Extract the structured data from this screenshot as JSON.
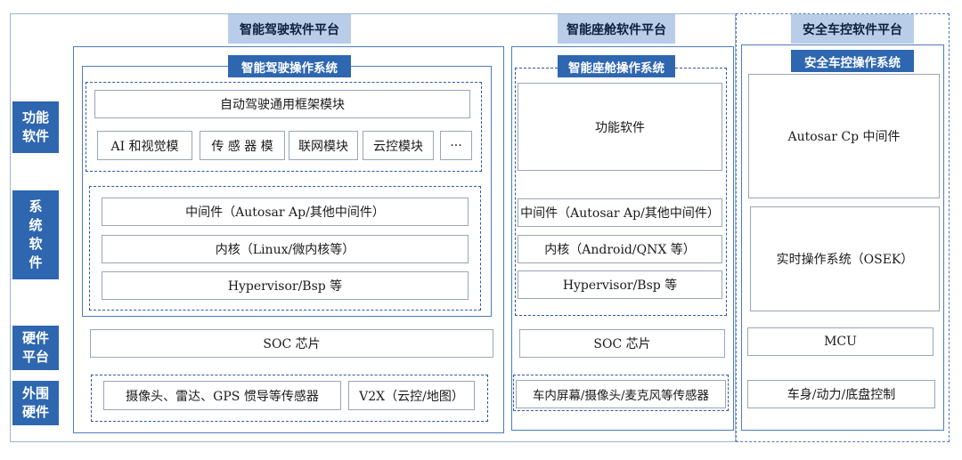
{
  "side_labels": {
    "functional": "功能\n软件",
    "system": "系\n统\n软\n件",
    "hardware": "硬件\n平台",
    "peripheral": "外围\n硬件"
  },
  "ad": {
    "platform_title": "智能驾驶软件平台",
    "os_title": "智能驾驶操作系统",
    "framework": "自动驾驶通用框架模块",
    "modules": [
      "AI 和视觉模",
      "传 感 器 模",
      "联网模块",
      "云控模块",
      "···"
    ],
    "middleware": "中间件（Autosar Ap/其他中间件）",
    "kernel": "内核（Linux/微内核等）",
    "hypervisor": "Hypervisor/Bsp 等",
    "soc": "SOC 芯片",
    "sensors": "摄像头、雷达、GPS 惯导等传感器",
    "v2x": "V2X（云控/地图）"
  },
  "cockpit": {
    "platform_title": "智能座舱软件平台",
    "os_title": "智能座舱操作系统",
    "function_software": "功能软件",
    "middleware": "中间件（Autosar Ap/其他中间件）",
    "kernel": "内核（Android/QNX 等）",
    "hypervisor": "Hypervisor/Bsp 等",
    "soc": "SOC 芯片",
    "peripherals": "车内屏幕/摄像头/麦克风等传感器"
  },
  "safety": {
    "platform_title": "安全车控软件平台",
    "os_title": "安全车控操作系统",
    "middleware": "Autosar Cp 中间件",
    "rtos": "实时操作系统（OSEK）",
    "mcu": "MCU",
    "control": "车身/动力/底盘控制"
  }
}
